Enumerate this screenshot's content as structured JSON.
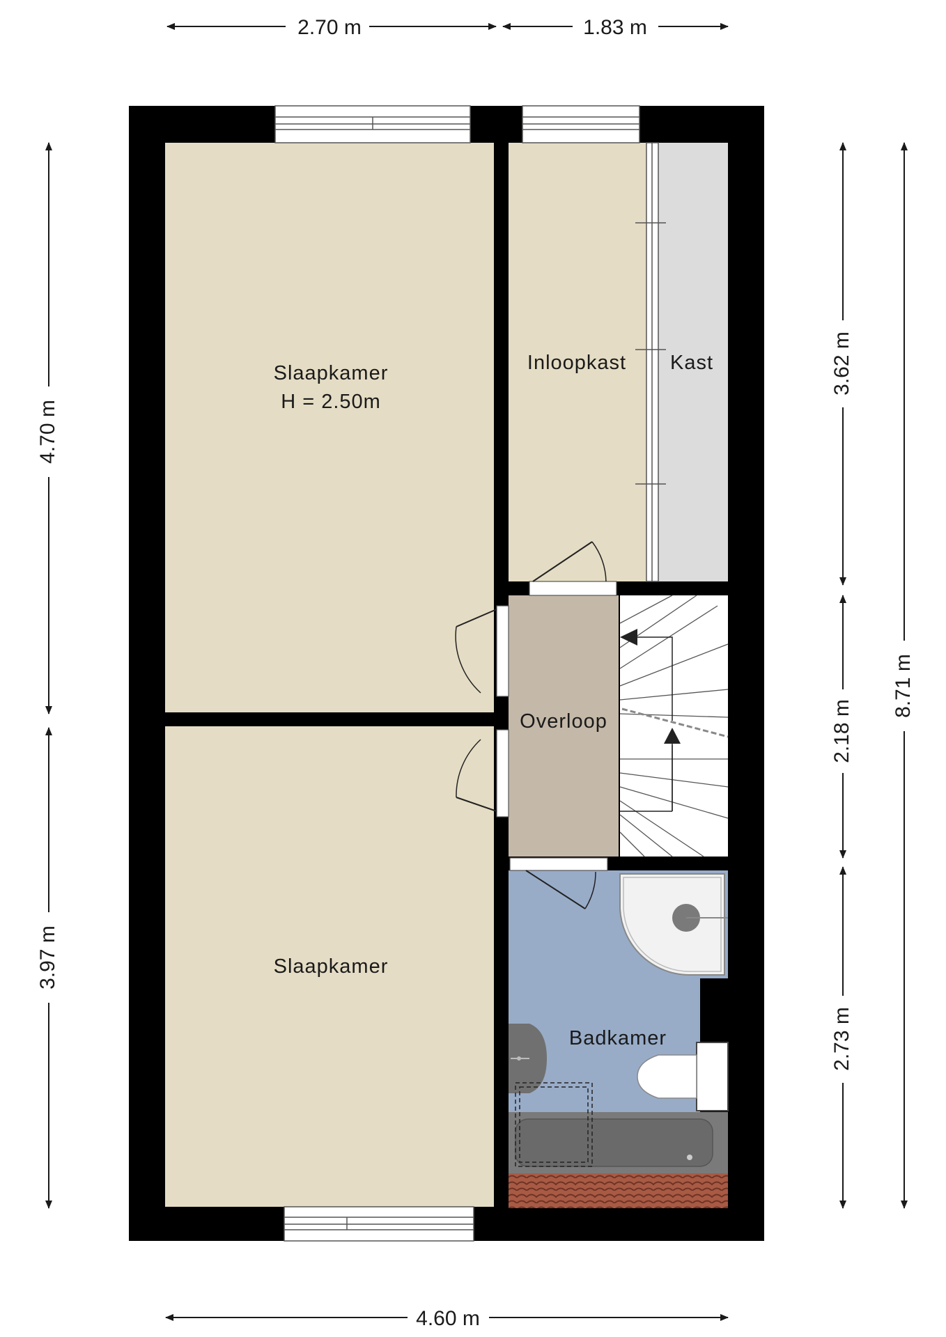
{
  "dimensions": {
    "top_left": "2.70 m",
    "top_right": "1.83 m",
    "bottom": "4.60 m",
    "left_upper": "4.70 m",
    "left_lower": "3.97 m",
    "right_upper": "3.62 m",
    "right_middle": "2.18 m",
    "right_lower": "2.73 m",
    "right_total": "8.71 m"
  },
  "rooms": {
    "bedroom_top": {
      "label": "Slaapkamer",
      "height_note": "H = 2.50m",
      "color": "#e4dcc4"
    },
    "walkin_closet": {
      "label": "Inloopkast",
      "color": "#e4dcc4"
    },
    "closet": {
      "label": "Kast",
      "color": "#dcdcdc"
    },
    "landing": {
      "label": "Overloop",
      "color": "#c4b8a8"
    },
    "bedroom_bottom": {
      "label": "Slaapkamer",
      "color": "#e4dcc4"
    },
    "bathroom": {
      "label": "Badkamer",
      "color": "#98acc8"
    }
  },
  "colors": {
    "wall": "#000000",
    "roof_tiles": "#a85a44"
  }
}
